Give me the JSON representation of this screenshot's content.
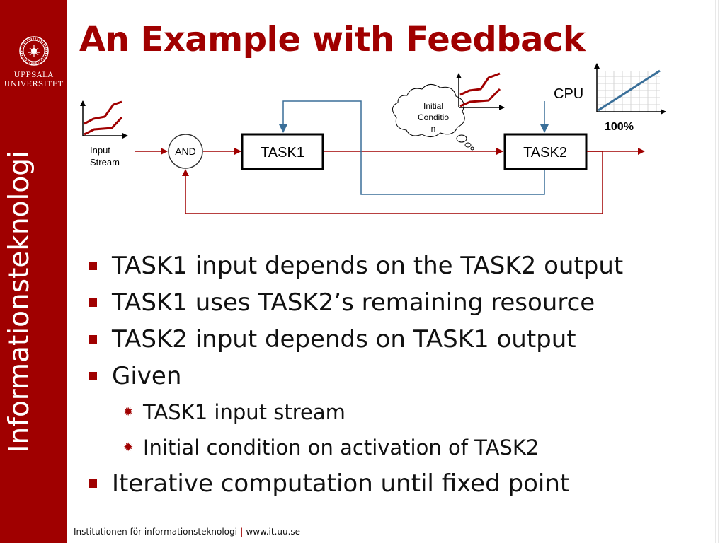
{
  "sidebar": {
    "logo_line1": "UPPSALA",
    "logo_line2": "UNIVERSITET",
    "vertical_text": "Informationsteknologi"
  },
  "title": "An Example with Feedback",
  "diagram": {
    "and_label": "AND",
    "task1_label": "TASK1",
    "task2_label": "TASK2",
    "input_stream_line1": "Input",
    "input_stream_line2": "Stream",
    "initial_condition_line1": "Initial",
    "initial_condition_line2": "Conditio",
    "initial_condition_line3": "n",
    "cpu_label": "CPU",
    "cpu_percent": "100%"
  },
  "bullets": [
    {
      "text": "TASK1 input depends on the TASK2 output"
    },
    {
      "text": "TASK1 uses TASK2’s remaining resource"
    },
    {
      "text": "TASK2 input depends on TASK1 output"
    },
    {
      "text": "Given"
    },
    {
      "text": "TASK1 input stream"
    },
    {
      "text": "Initial condition on activation of TASK2"
    },
    {
      "text": "Iterative computation until fixed point"
    }
  ],
  "footer": {
    "dept": "Institutionen för informationsteknologi",
    "separator": "|",
    "url": "www.it.uu.se"
  },
  "colors": {
    "brand_red": "#a00000",
    "feedback_blue": "#3a6f99"
  }
}
